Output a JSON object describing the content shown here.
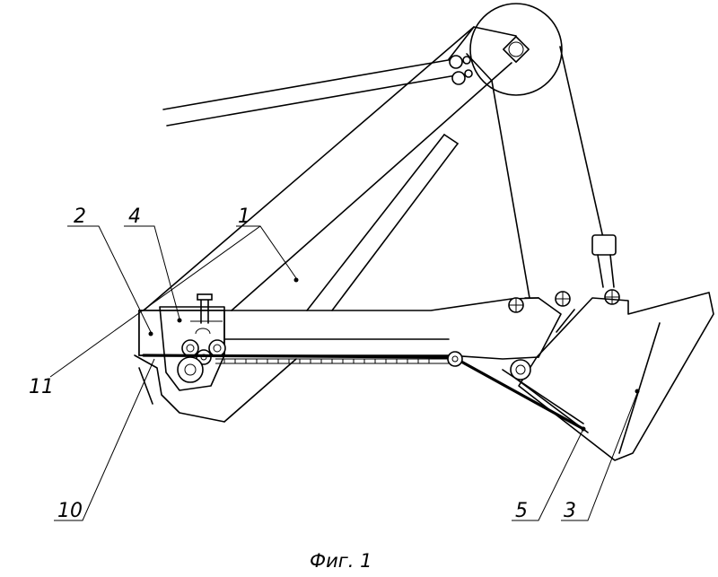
{
  "figure": {
    "caption": "Фиг. 1",
    "callouts": {
      "c1": "1",
      "c2": "2",
      "c3": "3",
      "c4": "4",
      "c5": "5",
      "c10": "10",
      "c11": "11"
    }
  }
}
